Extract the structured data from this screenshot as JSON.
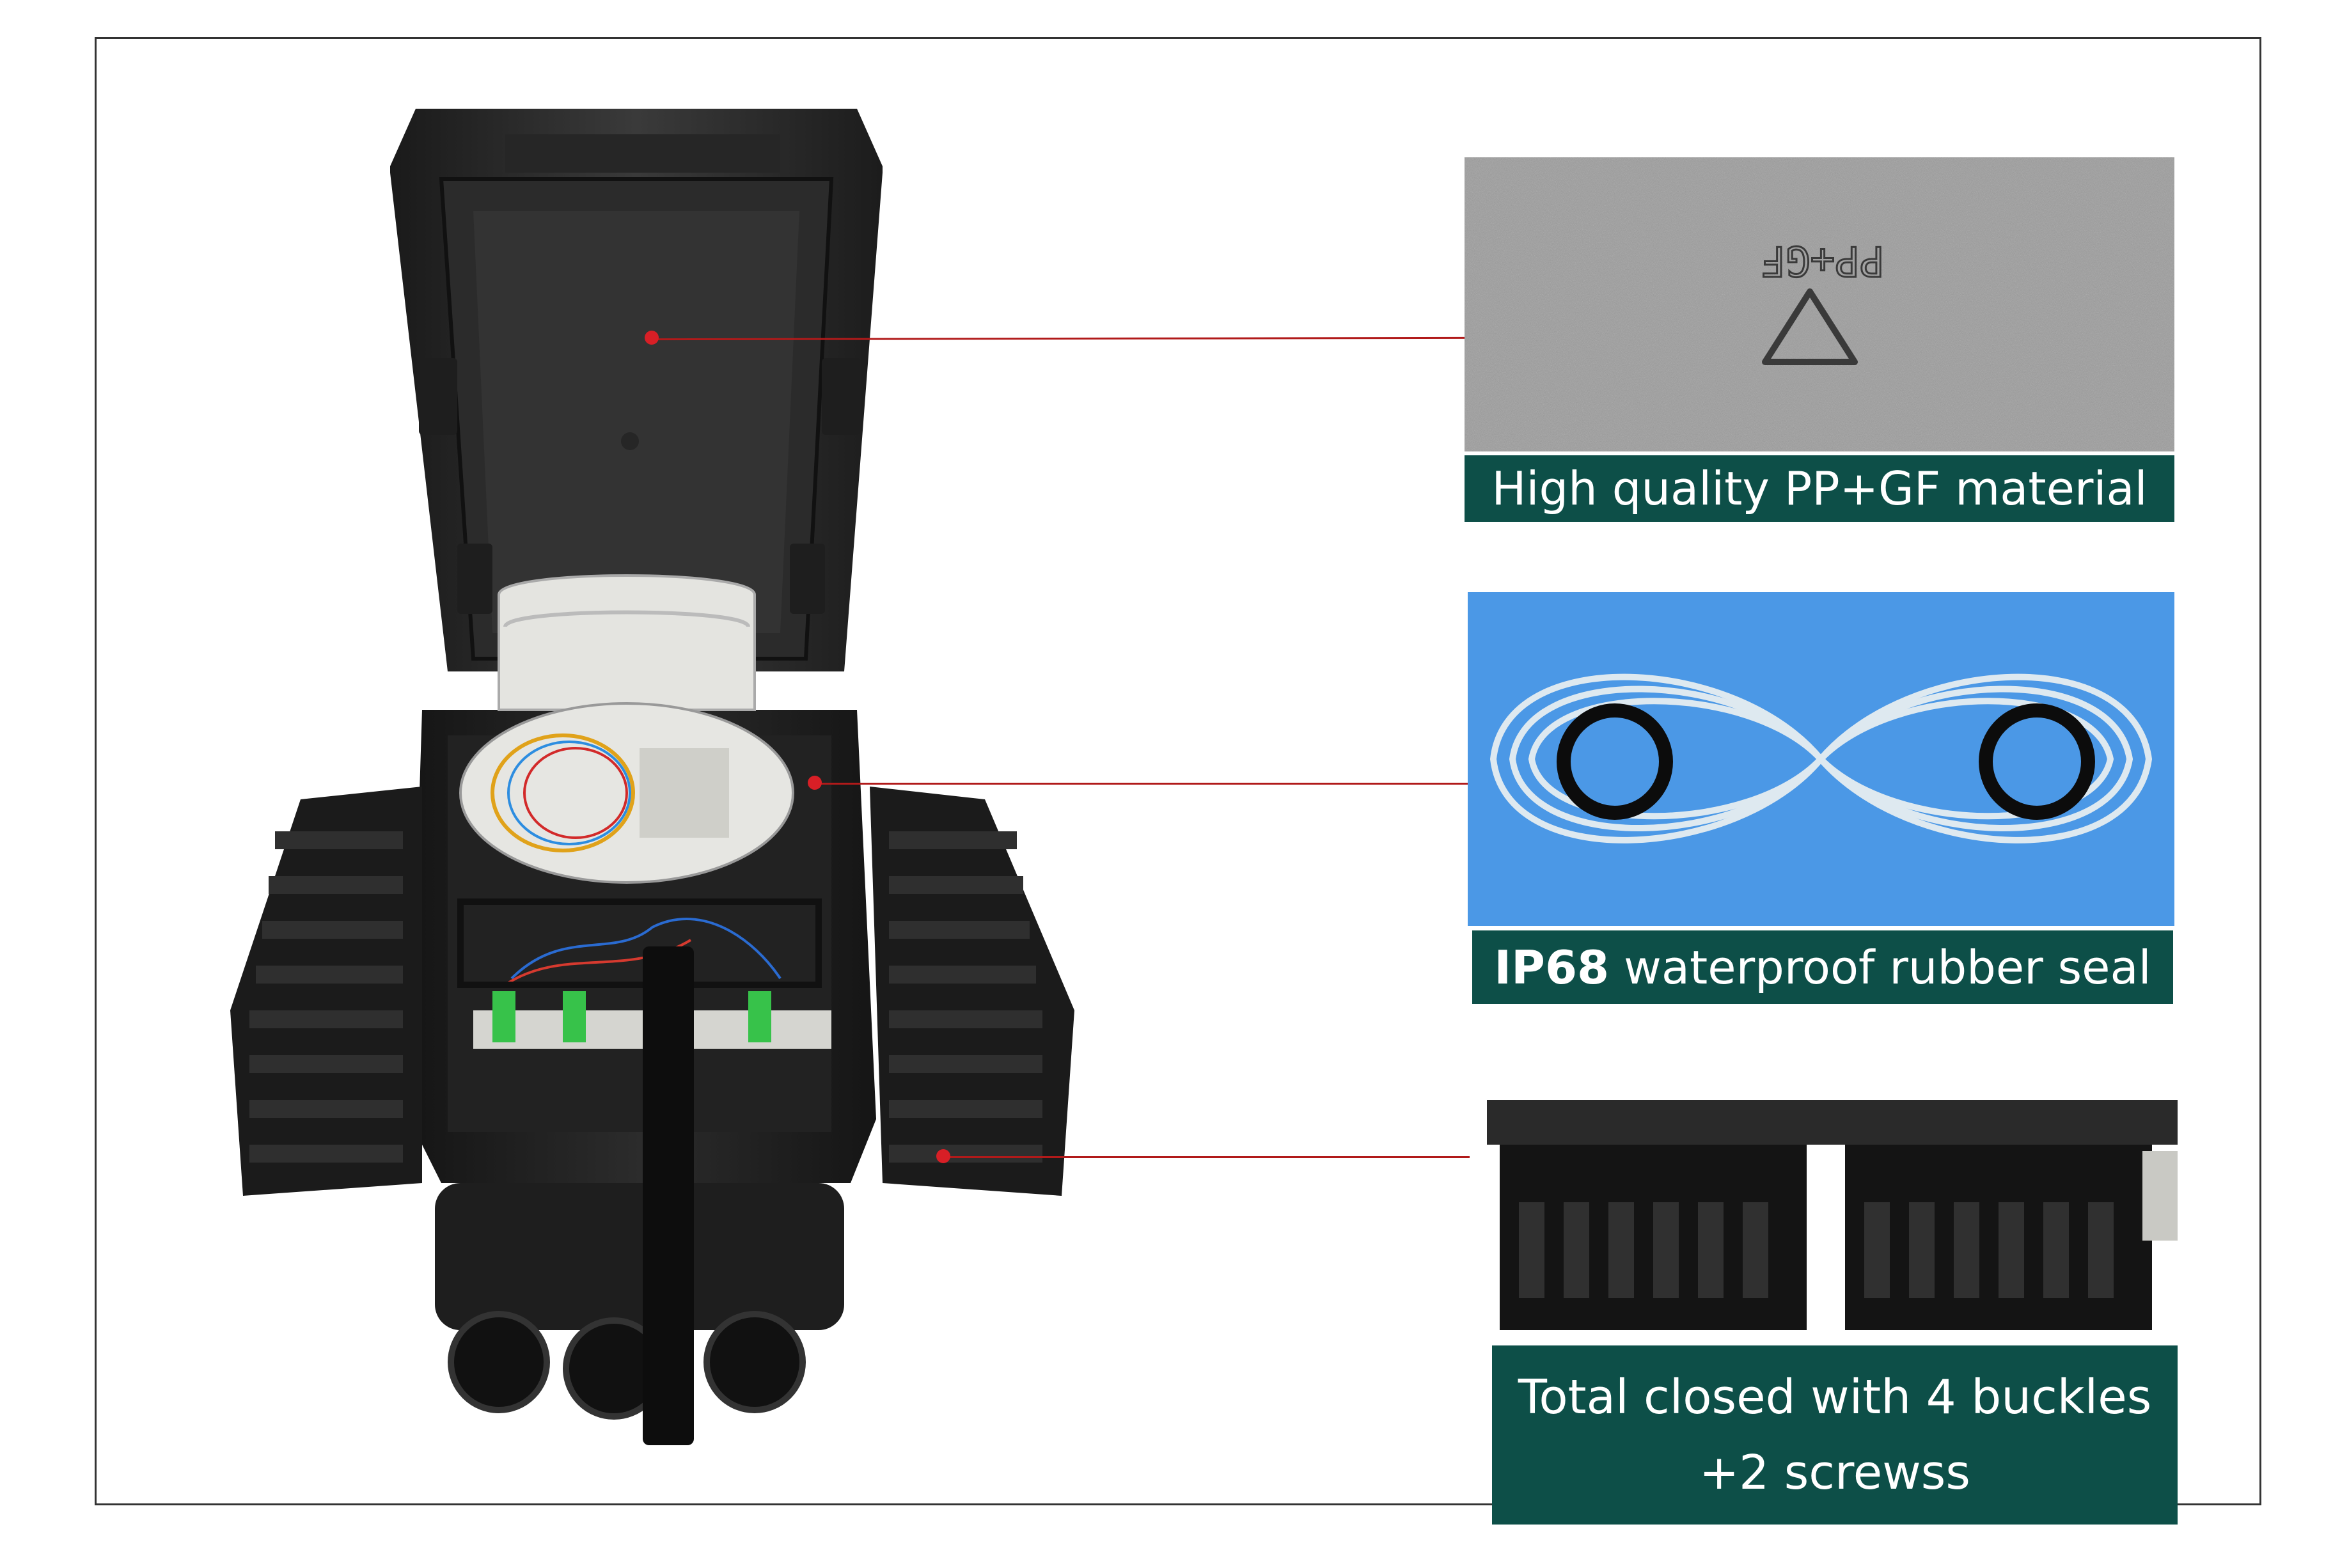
{
  "callouts": [
    {
      "caption": "High quality PP+GF material"
    },
    {
      "caption_strong": "IP68",
      "caption_rest": " waterproof rubber seal"
    },
    {
      "caption_line1": "Total closed with 4 buckles",
      "caption_line2": "+2 screwss"
    }
  ],
  "material_stamp": "PP+GF",
  "colors": {
    "caption_bg": "#0d4f48",
    "leader": "#b11a1a",
    "dot": "#d81f26"
  }
}
